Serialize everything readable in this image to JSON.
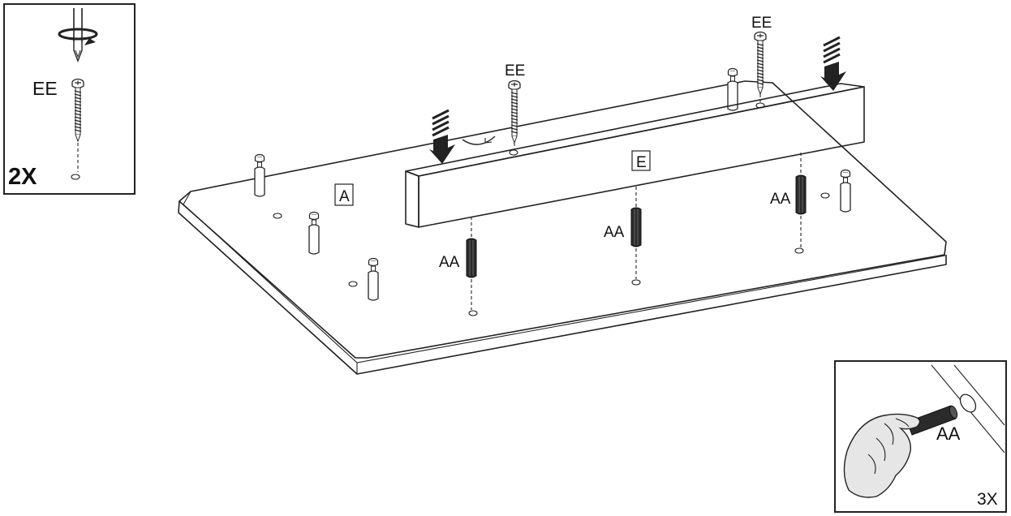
{
  "labels": {
    "panel_a": "A",
    "panel_e": "E",
    "screw_ee": "EE",
    "dowel_aa": "AA"
  },
  "inset_screw": {
    "part": "EE",
    "quantity": "2X"
  },
  "inset_dowel": {
    "part": "AA",
    "quantity": "3X"
  },
  "colors": {
    "line": "#222222",
    "dowel": "#2b2b2b",
    "background": "#ffffff"
  }
}
